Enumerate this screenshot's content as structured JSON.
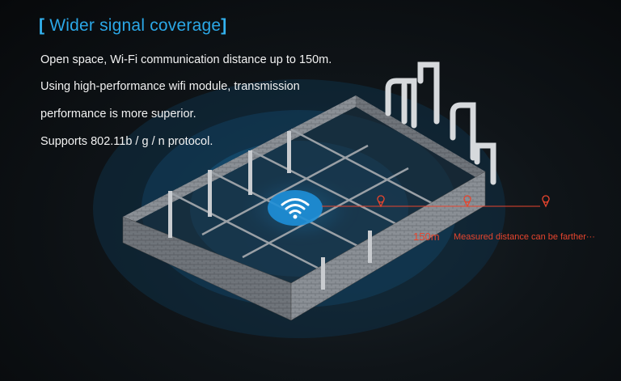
{
  "heading": {
    "open_bracket": "[",
    "title": " Wider signal coverage",
    "close_bracket": "]"
  },
  "description": {
    "line1": "Open space, Wi-Fi communication distance up to 150m.",
    "line2": "Using high-performance wifi module, transmission",
    "line3": "performance is more superior.",
    "line4": "Supports 802.11b / g / n protocol."
  },
  "distance": {
    "value": "150m",
    "note": "Measured distance can be farther···"
  },
  "icons": {
    "signal": "wifi-icon",
    "markers": "location-pin-icon"
  },
  "colors": {
    "heading": "#2ba7e6",
    "text": "#f2f2f2",
    "accent_red": "#e8452e",
    "coverage_blue": "#1f8fd6",
    "wall": "#7d8288"
  }
}
